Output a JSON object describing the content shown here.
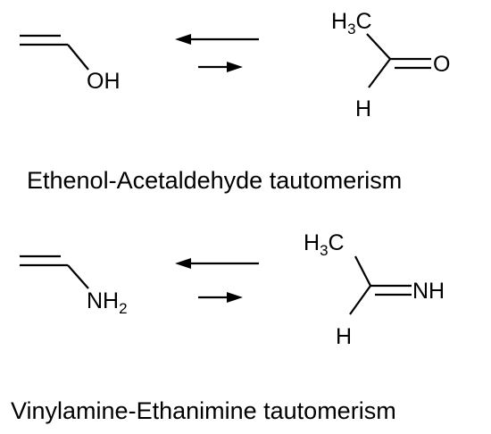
{
  "reactions": [
    {
      "caption": "Ethenol-Acetaldehyde tautomerism",
      "left": {
        "group": "OH"
      },
      "right": {
        "methyl_h": "H",
        "methyl_sub": "3",
        "methyl_c": "C",
        "double_atom": "O",
        "h": "H"
      }
    },
    {
      "caption": "Vinylamine-Ethanimine tautomerism",
      "left": {
        "group_main": "NH",
        "group_sub": "2"
      },
      "right": {
        "methyl_h": "H",
        "methyl_sub": "3",
        "methyl_c": "C",
        "double_atom": "NH",
        "h": "H"
      }
    }
  ]
}
